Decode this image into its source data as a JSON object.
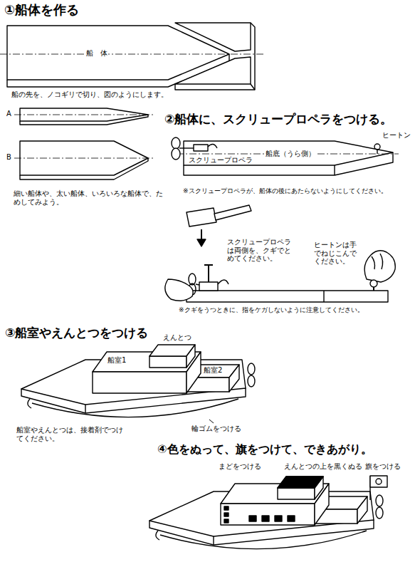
{
  "diagram": {
    "labels": [
      "①船体を作る",
      "船　体",
      "船の先を、ノコギリで切り、図のようにします。",
      "A",
      "B",
      "細い船体や、太い船体、いろいろな船体で、ためしてみよう。",
      "②船体に、スクリュープロペラをつける。",
      "ヒートン",
      "船底（うら側）",
      "スクリュープロペラ",
      "※スクリュープロペラが、船体の後にあたらないようにしてください。",
      "スクリュープロペラは両側を、クギでとめてください。",
      "ヒートンは手でねじこんでください。",
      "※クギをうつときに、指をケガしないように注意してください。",
      "③船室やえんとつをつける",
      "えんとつ",
      "船室1",
      "船室2",
      "船室やえんとつは、接着剤でつけてください。",
      "輪ゴムをつける",
      "④色をぬって、旗をつけて、できあがり。",
      "まどをつける",
      "えんとつの上を黒くぬる",
      "旗をつける"
    ]
  }
}
